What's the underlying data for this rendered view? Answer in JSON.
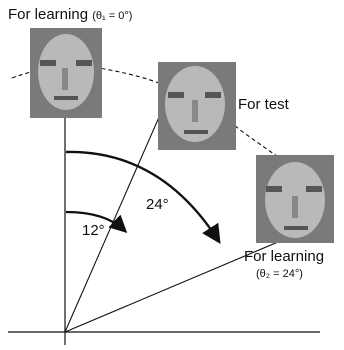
{
  "labels": {
    "learning_top": "For learning",
    "learning_top_param": "(θ₁ = 0°)",
    "test": "For test",
    "learning_bottom": "For learning",
    "learning_bottom_param": "(θ₂ = 24°)"
  },
  "angles": {
    "small": "12°",
    "large": "24°"
  },
  "colors": {
    "ink": "#111111",
    "face_bg": "#7a7a7a",
    "skin_light": "#b9b9b9",
    "skin_dark": "#555555"
  },
  "icons": {
    "face_learning_top": "face-photo",
    "face_test": "face-photo",
    "face_learning_bottom": "face-photo"
  }
}
